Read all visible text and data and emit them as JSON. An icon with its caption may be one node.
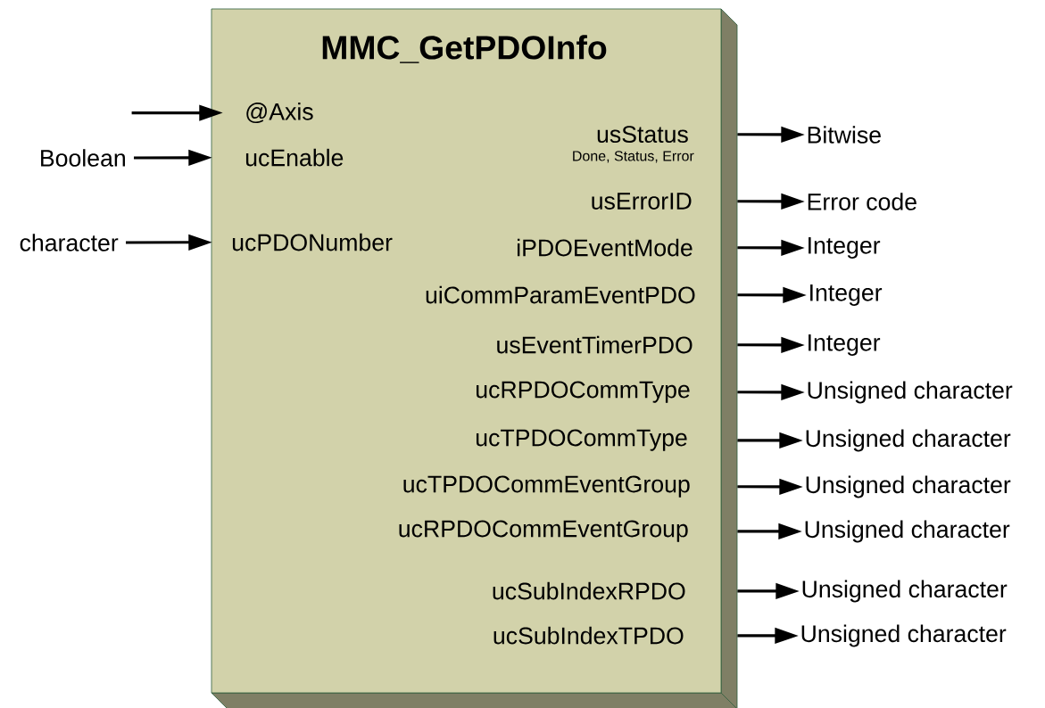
{
  "diagram": {
    "nodes": [
      {
        "text": [
          "MMC_GetPDOInfo"
        ]
      },
      {
        "text": [
          "@Axis"
        ],
        "in": 0
      },
      {
        "text": [
          "ucEnable"
        ],
        "in": 0
      },
      {
        "text": [
          "ucPDONumber"
        ],
        "in": 0
      },
      {
        "text": [
          "usStatus"
        ],
        "in": 0,
        "beside": [
          "Done, Status, Error"
        ]
      },
      {
        "text": [
          "usErrorID"
        ],
        "in": 0
      },
      {
        "text": [
          "iPDOEventMode"
        ],
        "in": 0
      },
      {
        "text": [
          "uiCommParamEventPDO"
        ],
        "in": 0
      },
      {
        "text": [
          "usEventTimerPDO"
        ],
        "in": 0
      },
      {
        "text": [
          "ucRPDOCommType"
        ],
        "in": 0
      },
      {
        "text": [
          "ucTPDOCommType"
        ],
        "in": 0
      },
      {
        "text": [
          "ucTPDOCommEventGroup"
        ],
        "in": 0
      },
      {
        "text": [
          "ucRPDOCommEventGroup"
        ],
        "in": 0
      },
      {
        "text": [
          "ucSubIndexRPDO"
        ],
        "in": 0
      },
      {
        "text": [
          "ucSubIndexTPDO"
        ],
        "in": 0
      },
      {
        "text": [
          "Boolean"
        ]
      },
      {
        "text": [
          "character"
        ]
      },
      {
        "text": [
          "Bitwise"
        ]
      },
      {
        "text": [
          "Error code"
        ]
      },
      {
        "text": [
          "Integer"
        ]
      },
      {
        "text": [
          "Integer"
        ]
      },
      {
        "text": [
          "Integer"
        ]
      },
      {
        "text": [
          "Unsigned character"
        ]
      },
      {
        "text": [
          "Unsigned character"
        ]
      },
      {
        "text": [
          "Unsigned character"
        ]
      },
      {
        "text": [
          "Unsigned character"
        ]
      },
      {
        "text": [
          "Unsigned character"
        ]
      },
      {
        "text": [
          "Unsigned character"
        ]
      }
    ],
    "edges": [
      {
        "from": null,
        "to": 1,
        "arrow": "to"
      },
      {
        "from": 15,
        "to": 2,
        "arrow": "to"
      },
      {
        "from": 16,
        "to": 3,
        "arrow": "to"
      },
      {
        "from": 4,
        "to": 17,
        "arrow": "to"
      },
      {
        "from": 5,
        "to": 18,
        "arrow": "to"
      },
      {
        "from": 6,
        "to": 19,
        "arrow": "to"
      },
      {
        "from": 7,
        "to": 20,
        "arrow": "to"
      },
      {
        "from": 8,
        "to": 21,
        "arrow": "to"
      },
      {
        "from": 9,
        "to": 22,
        "arrow": "to"
      },
      {
        "from": 10,
        "to": 23,
        "arrow": "to"
      },
      {
        "from": 11,
        "to": 24,
        "arrow": "to"
      },
      {
        "from": 12,
        "to": 25,
        "arrow": "to"
      },
      {
        "from": 13,
        "to": 26,
        "arrow": "to"
      },
      {
        "from": 14,
        "to": 27,
        "arrow": "to"
      }
    ]
  }
}
